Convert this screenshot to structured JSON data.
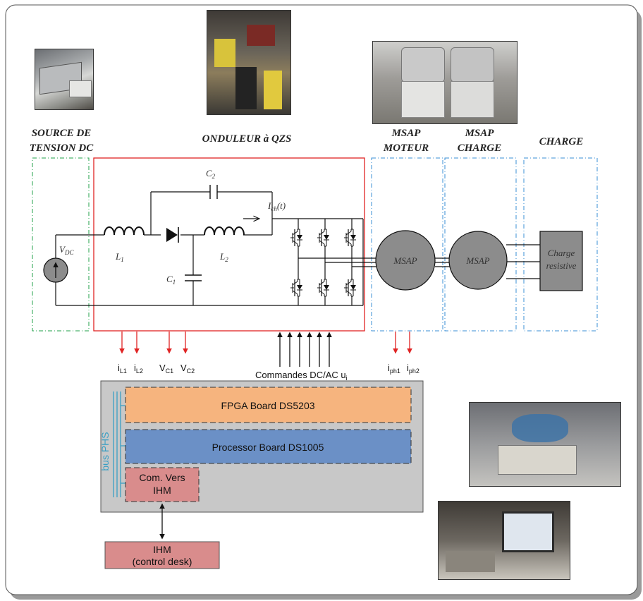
{
  "sections": {
    "source": [
      "SOURCE DE",
      "TENSION DC"
    ],
    "inverter": "ONDULEUR à QZS",
    "msap_motor": [
      "MSAP",
      "MOTEUR"
    ],
    "msap_load": [
      "MSAP",
      "CHARGE"
    ],
    "load": "CHARGE"
  },
  "components": {
    "vdc": {
      "main": "V",
      "sub": "DC"
    },
    "l1": {
      "main": "L",
      "sub": "1"
    },
    "l2": {
      "main": "L",
      "sub": "2"
    },
    "c1": {
      "main": "C",
      "sub": "1"
    },
    "c2": {
      "main": "C",
      "sub": "2"
    },
    "ich": {
      "main": "I",
      "sub": "ch",
      "suffix": "(t)"
    },
    "msap1": "MSAP",
    "msap2": "MSAP",
    "charge": [
      "Charge",
      "resistive"
    ]
  },
  "signals": {
    "il1": {
      "main": "i",
      "sub": "L1"
    },
    "il2": {
      "main": "i",
      "sub": "L2"
    },
    "vc1": {
      "main": "V",
      "sub": "C1"
    },
    "vc2": {
      "main": "V",
      "sub": "C2"
    },
    "commandes": {
      "main": "Commandes DC/AC u",
      "sub": "i"
    },
    "iph1": {
      "main": "i",
      "sub": "ph1"
    },
    "iph2": {
      "main": "i",
      "sub": "ph2"
    }
  },
  "controller": {
    "bus": "bus PHS",
    "fpga": "FPGA Board DS5203",
    "processor": "Processor Board DS1005",
    "com": [
      "Com. Vers",
      "IHM"
    ]
  },
  "ihm": [
    "IHM",
    "(control desk)"
  ],
  "colors": {
    "inverter_border": "#e02424",
    "source_border": "#22a04a",
    "msap_border": "#3a8fd6",
    "fpga_fill": "#f6b47e",
    "processor_fill": "#6b90c6",
    "com_fill": "#d98c8c",
    "ihm_fill": "#d98c8c",
    "controller_fill": "#c8c8c8",
    "motor_fill": "#8c8c8c",
    "arrow_red": "#e02424"
  }
}
